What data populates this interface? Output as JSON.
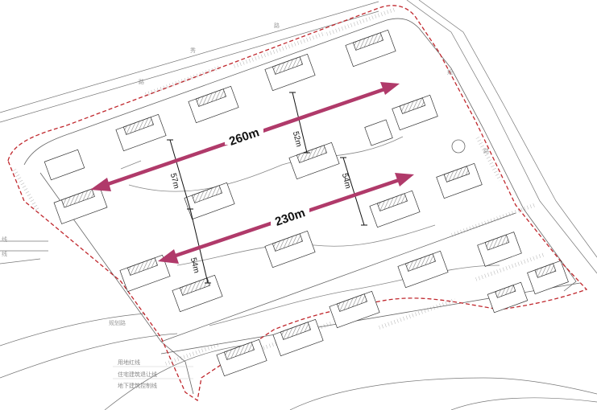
{
  "drawing": {
    "type": "site-plan",
    "colors": {
      "boundary": "#c0272d",
      "arrow": "#b03a6a",
      "linework": "#555555",
      "building_hatch": "#888888"
    }
  },
  "distances": {
    "upper_span": "260m",
    "lower_span": "230m",
    "left_upper_spacing": "57m",
    "left_lower_spacing": "54m",
    "center_spacing": "52m",
    "right_spacing": "54m"
  },
  "legend": {
    "items": [
      "用地红线",
      "住宅建筑退让线",
      "地下建筑控制线"
    ]
  },
  "annotations": {
    "left_edge_1": "线",
    "left_edge_2": "线",
    "road_label_top_1": "秀",
    "road_label_top_2": "路",
    "road_label_top_3": "路",
    "road_label_right_1": "规",
    "road_label_right_2": "路",
    "road_label_bottom": "规划路"
  }
}
